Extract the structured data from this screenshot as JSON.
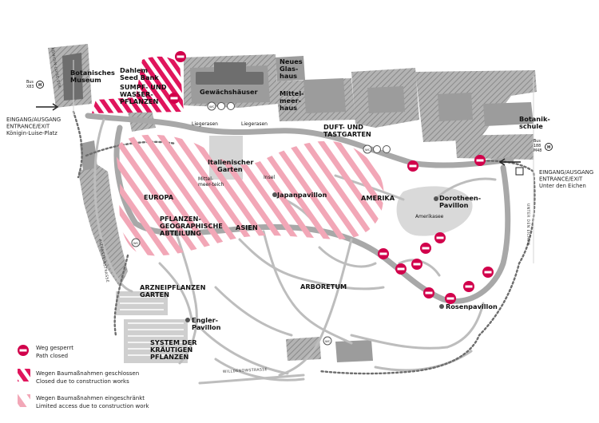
{
  "labels": {
    "botanisches_museum": [
      "Botanisches",
      "Museum"
    ],
    "dahlem_seed_bank": [
      "Dahlem",
      "Seed Bank"
    ],
    "sumpf": [
      "SUMPF- UND",
      "WASSER-",
      "PFLANZEN"
    ],
    "gewaechshaeuser": "Gewächshäuser",
    "neues_glashaus": [
      "Neues",
      "Glas-",
      "haus"
    ],
    "mittelmeerhaus": [
      "Mittel-",
      "meer-",
      "haus"
    ],
    "liegerasen_left": "Liegerasen",
    "liegerasen_right": "Liegerasen",
    "italienischer_garten": [
      "Italienischer",
      "Garten"
    ],
    "mittelmeerteich": [
      "Mittel-",
      "meer-teich"
    ],
    "insel": "Insel",
    "duft_tastgarten": [
      "DUFT- UND",
      "TASTGARTEN"
    ],
    "botanikschule": [
      "Botanik-",
      "schule"
    ],
    "europa": "EUROPA",
    "pflanzengeo": [
      "PFLANZEN-",
      "GEOGRAPHISCHE",
      "ABTEILUNG"
    ],
    "asien": "ASIEN",
    "japanpavillon": "Japanpavillon",
    "amerika": "AMERIKA",
    "dorotheen": [
      "Dorotheen-",
      "Pavillon"
    ],
    "amerikasee": "Amerikasee",
    "arzneipflanzen": [
      "ARZNEIPFLANZEN",
      "GARTEN"
    ],
    "arboretum": "ARBORETUM",
    "engler": [
      "Engler-",
      "Pavillon"
    ],
    "rosenpavillon": "Rosenpavillon",
    "system": [
      "SYSTEM DER",
      "KRÄUTIGEN",
      "PFLANZEN"
    ],
    "wc": "WC"
  },
  "roads": {
    "koenigin_luise": "KÖNIGIN-LUISE-STR.",
    "altensteinstrasse": "ALTENSTEINSTRASSE",
    "willdenowstrasse": "WILLDENOWSTRASSE",
    "unter_den_eichen": "UNTER DEN EICHEN"
  },
  "entrances": {
    "west": [
      "EINGANG/AUSGANG",
      "ENTRANCE/EXIT",
      "Königin-Luise-Platz"
    ],
    "east": [
      "EINGANG/AUSGANG",
      "ENTRANCE/EXIT",
      "Unter den Eichen"
    ]
  },
  "bus_stops": {
    "west": [
      "Bus",
      "X83"
    ],
    "east": [
      "Bus",
      "188",
      "M48"
    ],
    "symbol": "H"
  },
  "legend": [
    {
      "de": "Weg gesperrt",
      "en": "Path closed",
      "icon": "closed-path-icon"
    },
    {
      "de": "Wegen Baumaßnahmen geschlossen",
      "en": "Closed due to construction works",
      "icon": "dense-hatch-swatch"
    },
    {
      "de": "Wegen Baumaßnahmen eingeschränkt",
      "en": "Limited access due to construction work",
      "icon": "light-hatch-swatch"
    }
  ],
  "colors": {
    "closed": "#d1004b",
    "construction_closed": "#e0155c",
    "construction_limited": "#f2a7b7",
    "building": "#9c9c9c",
    "path": "#bdbdbd"
  }
}
